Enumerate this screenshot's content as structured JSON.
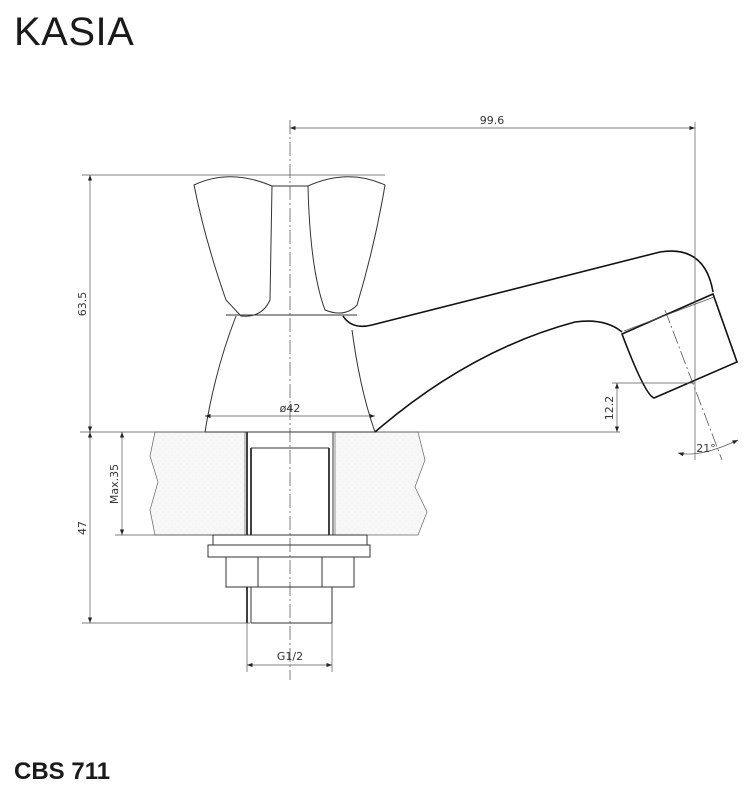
{
  "header": {
    "title": "KASIA"
  },
  "footer": {
    "model_code": "CBS 711"
  },
  "drawing": {
    "dimensions": {
      "spout_reach": "99.6",
      "height_above_counter": "63.5",
      "base_diameter": "ø42",
      "depth_below_counter": "47",
      "max_counter_thickness": "Max.35",
      "outlet_height": "12.2",
      "outlet_angle": "21°",
      "thread": "G1/2"
    }
  }
}
